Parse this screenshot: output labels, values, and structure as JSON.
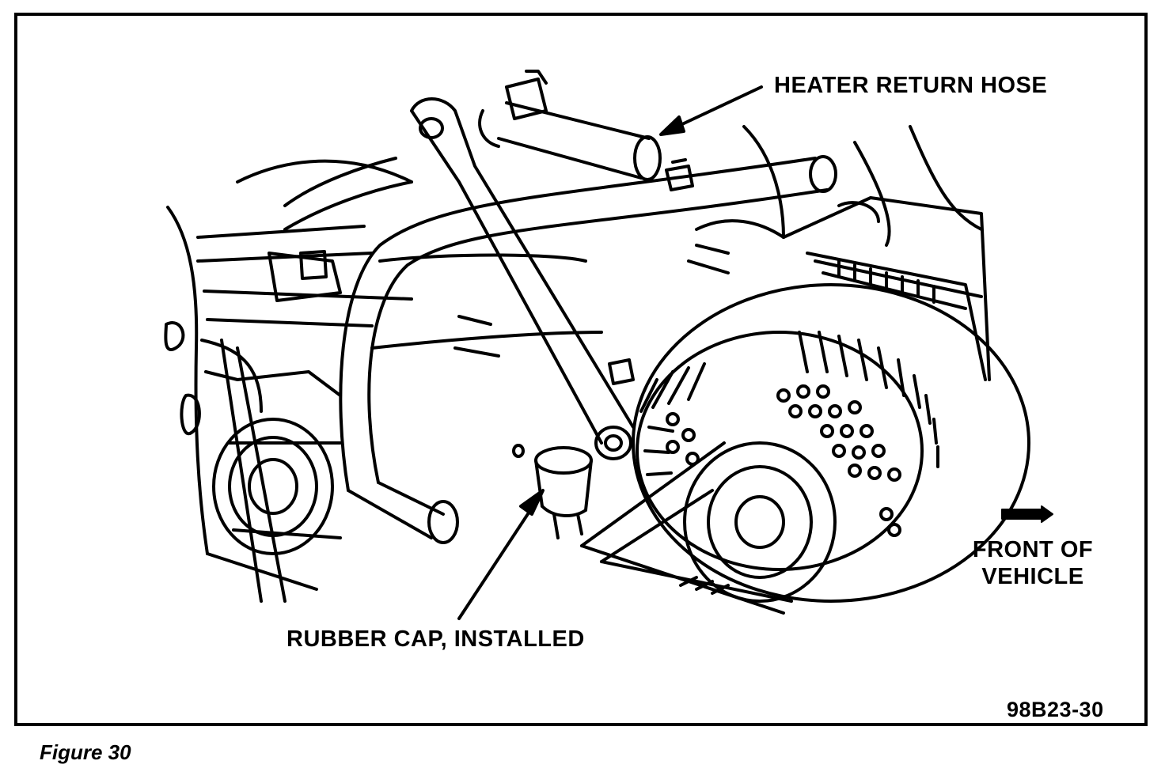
{
  "figure": {
    "caption": "Figure 30",
    "code": "98B23-30"
  },
  "callouts": {
    "heater_return_hose": "HEATER RETURN HOSE",
    "rubber_cap": "RUBBER CAP, INSTALLED",
    "front_of_vehicle_line1": "FRONT OF",
    "front_of_vehicle_line2": "VEHICLE"
  },
  "colors": {
    "ink": "#000000",
    "paper": "#ffffff"
  },
  "icons": {
    "front_direction": "arrow-right-icon"
  }
}
